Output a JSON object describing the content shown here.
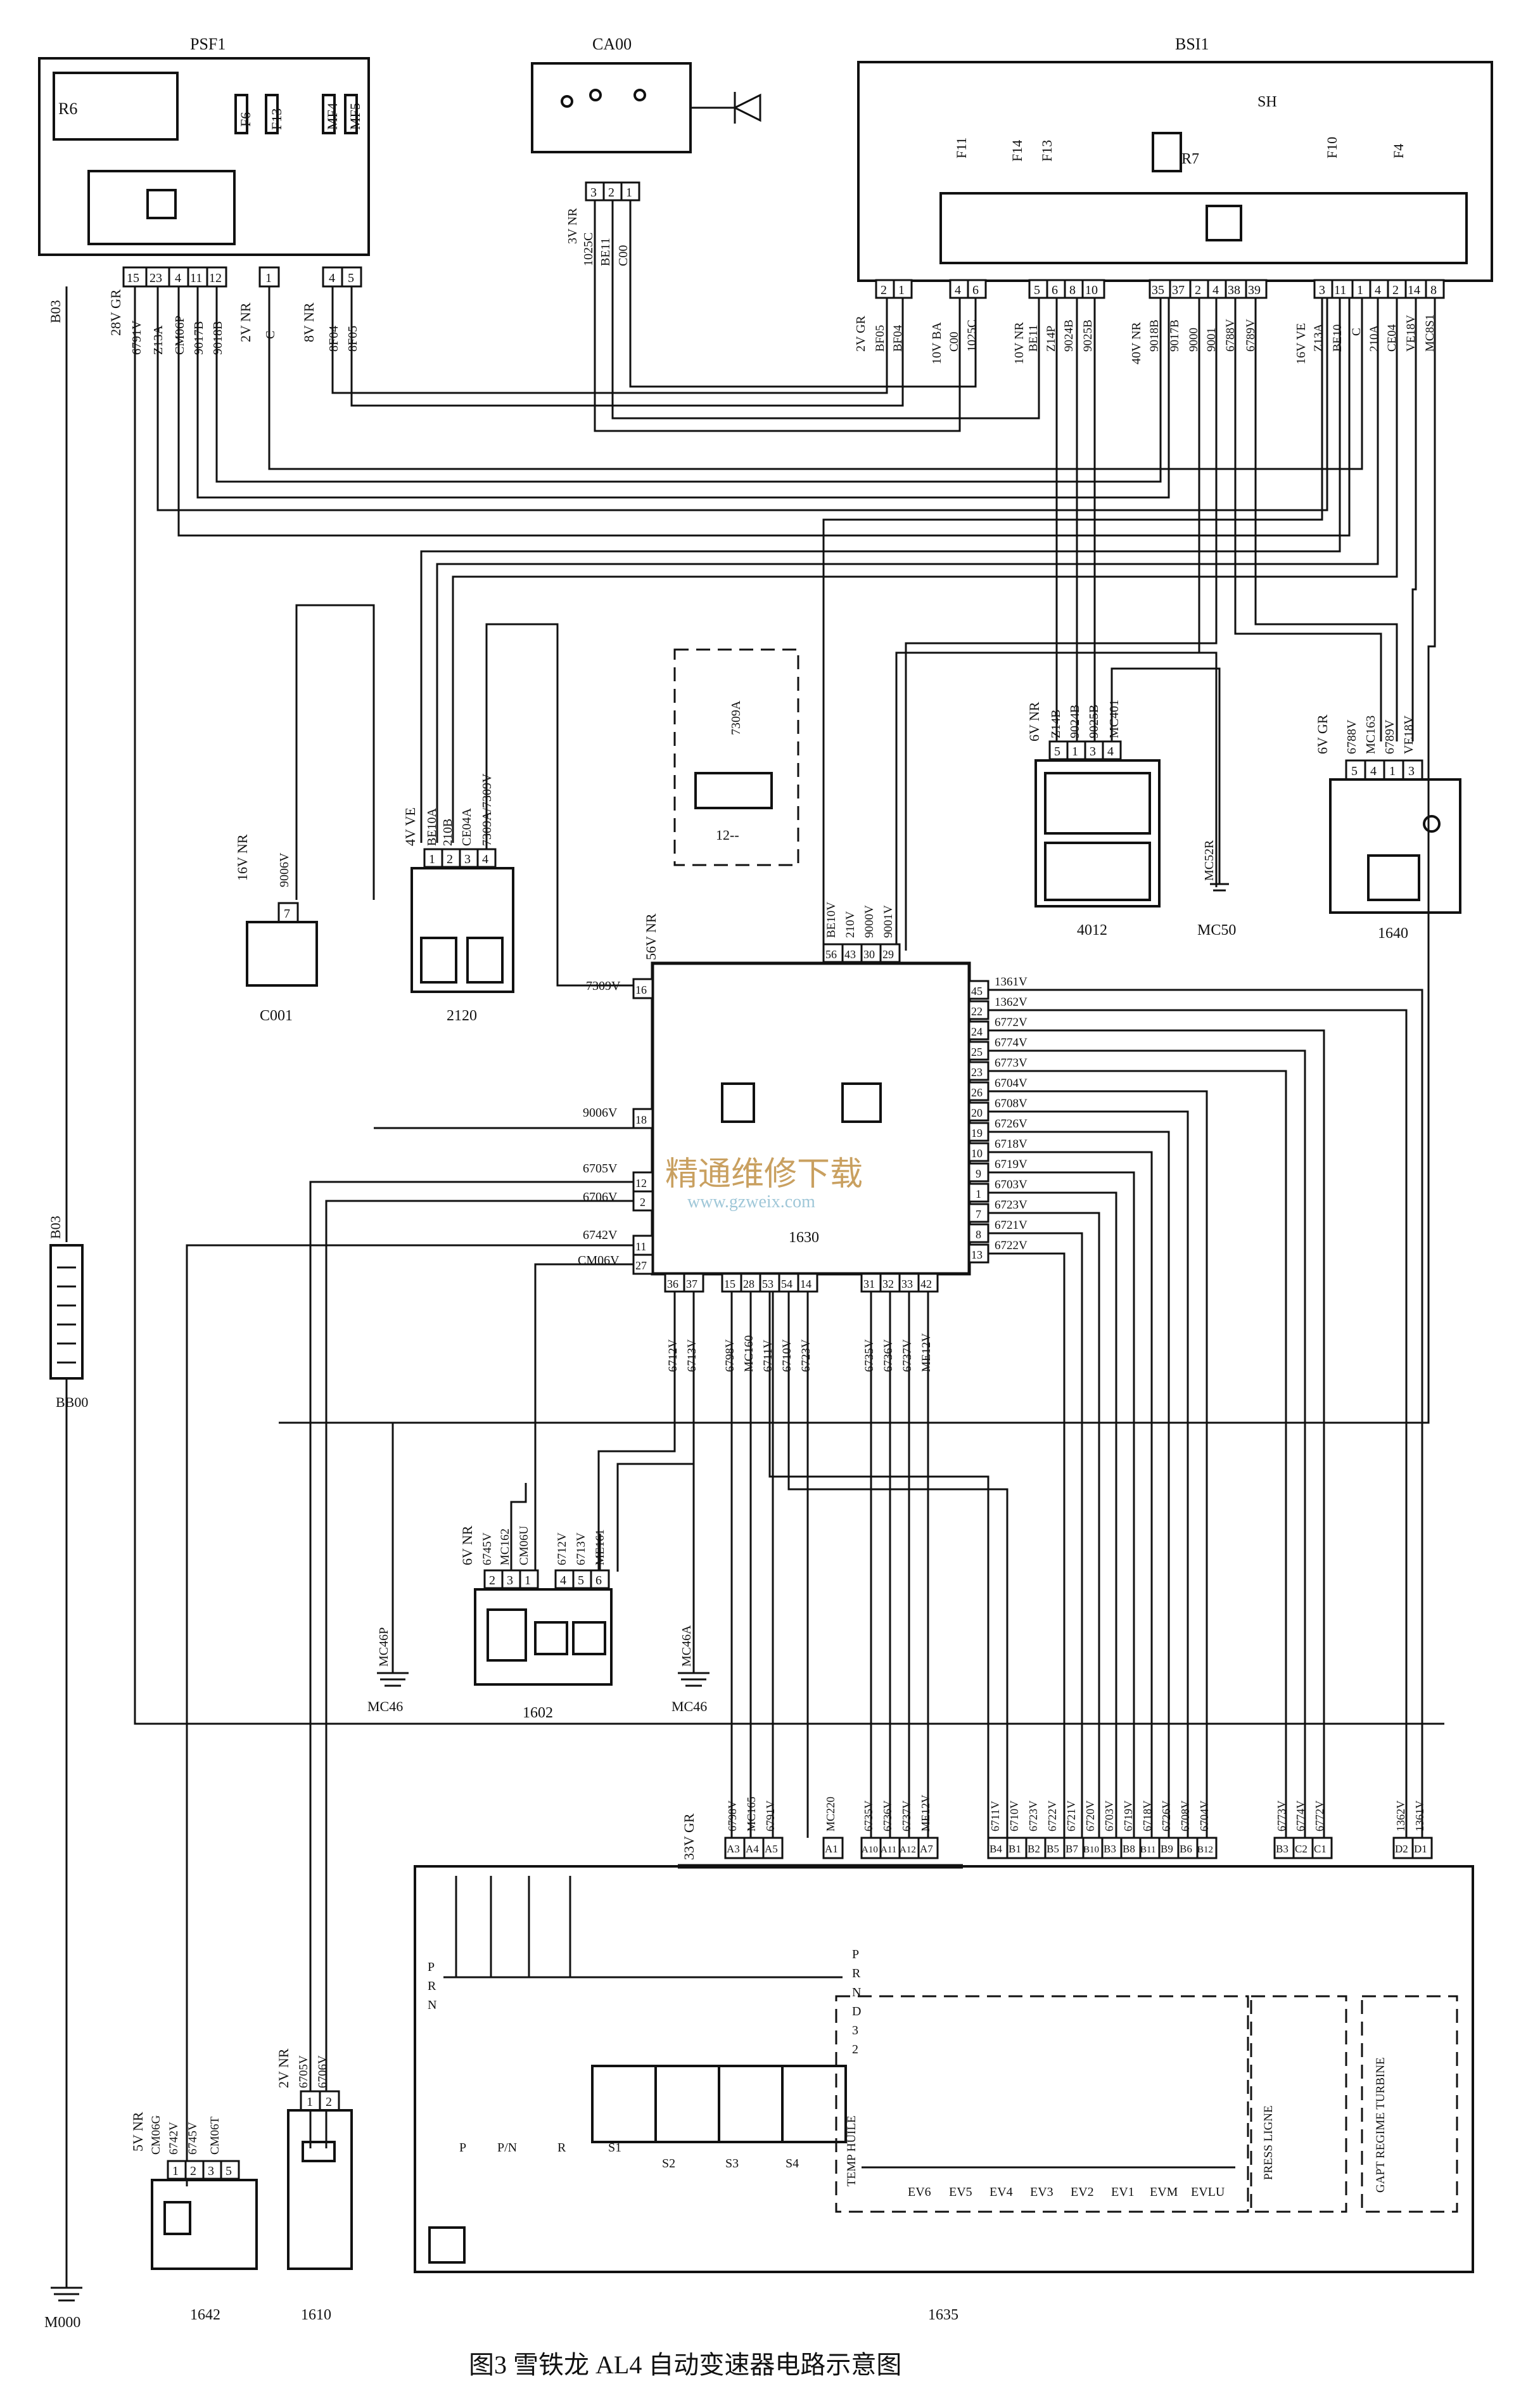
{
  "components": {
    "psf1": "PSF1",
    "ca00": "CA00",
    "bsi1": "BSI1",
    "bsi_sh": "SH",
    "c001": "C001",
    "sensor_2120": "2120",
    "c12": "12--",
    "c4012": "4012",
    "mc50": "MC50",
    "c1640": "1640",
    "ecu_1630": "1630",
    "c1602": "1602",
    "c1635": "1635",
    "c1642": "1642",
    "c1610": "1610",
    "m000": "M000",
    "mc46_left": "MC46",
    "mc46_right": "MC46"
  },
  "relays_fuses": {
    "r6": "R6",
    "f6": "F6",
    "f13_psf": "F13",
    "mf4": "MF4",
    "mf5": "MF5",
    "f11": "F11",
    "f14": "F14",
    "f13_bsi": "F13",
    "r7": "R7",
    "f10": "F10",
    "f4": "F4"
  },
  "connectors": {
    "psf1_conn": "28V GR",
    "ca00_conn": "3V NR",
    "psf1_conn2": "2V NR",
    "psf1_conn3": "8V NR",
    "bsi_conn1": "2V GR",
    "bsi_conn2": "10V BA",
    "bsi_conn3": "10V NR",
    "bsi_conn4": "40V NR",
    "bsi_conn5": "16V VE",
    "c001_conn": "16V NR",
    "s2120_conn": "4V VE",
    "c4012_conn": "6V NR",
    "c1640_conn": "6V GR",
    "ecu_conn": "56V NR",
    "c1602_conn": "6V NR",
    "c1635_conn": "33V GR",
    "c1642_conn": "5V NR",
    "c1610_conn": "2V NR"
  },
  "pins": {
    "psf1": [
      "15",
      "23",
      "4",
      "11",
      "12",
      "1",
      "4",
      "5"
    ],
    "ca00": [
      "3",
      "2",
      "1"
    ],
    "bsi_left": [
      "2",
      "1",
      "4",
      "6",
      "5",
      "6",
      "8",
      "10"
    ],
    "bsi_mid": [
      "35",
      "37",
      "2",
      "4",
      "38",
      "39"
    ],
    "bsi_right": [
      "3",
      "11",
      "1",
      "4",
      "2",
      "14",
      "8"
    ],
    "c001": [
      "7"
    ],
    "s2120": [
      "1",
      "2",
      "3",
      "4"
    ],
    "c4012": [
      "5",
      "1",
      "3",
      "4"
    ],
    "c1640": [
      "5",
      "4",
      "1",
      "3"
    ],
    "ecu_top": [
      "56",
      "43",
      "30",
      "29"
    ],
    "ecu_left": [
      "16",
      "18",
      "12",
      "2",
      "11",
      "27"
    ],
    "ecu_right": [
      "45",
      "22",
      "24",
      "25",
      "23",
      "26",
      "20",
      "19",
      "10",
      "9",
      "1",
      "7",
      "8",
      "13"
    ],
    "ecu_bottom": [
      "36",
      "37",
      "15",
      "28",
      "53",
      "54",
      "14",
      "31",
      "32",
      "33",
      "42"
    ],
    "c1602": [
      "2",
      "3",
      "1",
      "4",
      "5",
      "6"
    ],
    "c1635": [
      "A3",
      "A4",
      "A5",
      "A1",
      "A10",
      "A11",
      "A12",
      "A7",
      "B4",
      "B1",
      "B2",
      "B5",
      "B7",
      "B10",
      "B3",
      "B8",
      "B11",
      "B9",
      "B6",
      "B12",
      "B3",
      "C2",
      "C1",
      "D2",
      "D1"
    ],
    "c1642": [
      "1",
      "2",
      "3",
      "5"
    ],
    "c1610": [
      "1",
      "2"
    ]
  },
  "wires": {
    "psf1": [
      "6791V",
      "Z13A",
      "CM06P",
      "9017B",
      "9018B",
      "C",
      "8F04",
      "8F05"
    ],
    "ca00": [
      "1025C",
      "BE11",
      "C00"
    ],
    "bsi_left": [
      "BF05",
      "BF04",
      "C00",
      "1025C",
      "BE11",
      "Z14P",
      "9024B",
      "9025B"
    ],
    "bsi_mid": [
      "9018B",
      "9017B",
      "9000",
      "9001",
      "6788V",
      "6789V"
    ],
    "bsi_right": [
      "Z13A",
      "BE10",
      "C",
      "210A",
      "CE04",
      "VE18V",
      "MC8S1"
    ],
    "c001": [
      "9006V"
    ],
    "s2120": [
      "BE10A",
      "210B",
      "CE04A",
      "7309A/7309V"
    ],
    "c12": [
      "7309A"
    ],
    "c4012": [
      "Z14B",
      "9024B",
      "9025B",
      "MC401"
    ],
    "mc52r": "MC52R",
    "c1640": [
      "6788V",
      "MC163",
      "6789V",
      "VE18V"
    ],
    "ecu_top": [
      "BE10V",
      "210V",
      "9000V",
      "9001V"
    ],
    "ecu_left": [
      "7309V",
      "9006V",
      "6705V",
      "6706V",
      "6742V",
      "CM06V"
    ],
    "ecu_right": [
      "1361V",
      "1362V",
      "6772V",
      "6774V",
      "6773V",
      "6704V",
      "6708V",
      "6726V",
      "6718V",
      "6719V",
      "6703V",
      "6723V",
      "6721V",
      "6722V"
    ],
    "ecu_bottom": [
      "6712V",
      "6713V",
      "6798V",
      "MC160",
      "6711V",
      "6710V",
      "6723V",
      "6735V",
      "6736V",
      "6737V",
      "ME12V"
    ],
    "c1602": [
      "6745V",
      "MC162",
      "CM06U",
      "6712V",
      "6713V",
      "ME161"
    ],
    "c1635_a": [
      "6798V",
      "MC165",
      "6791V",
      "MC220",
      "6735V",
      "6736V",
      "6737V",
      "ME12V"
    ],
    "c1635_b": [
      "6711V",
      "6710V",
      "6723V",
      "6722V",
      "6721V",
      "6720V",
      "6703V",
      "6719V",
      "6718V",
      "6726V",
      "6708V",
      "6704V"
    ],
    "c1635_c": [
      "6773V",
      "6774V",
      "6772V"
    ],
    "c1635_d": [
      "1362V",
      "1361V"
    ],
    "c1642": [
      "CM06G",
      "6742V",
      "6745V",
      "CM06T"
    ],
    "c1610": [
      "6705V",
      "6706V"
    ],
    "b03_top": "B03",
    "b03_batt": "B03",
    "bb00": "BB00",
    "mc46p": "MC46P",
    "mc46a": "MC46A"
  },
  "selector": {
    "left_labels": [
      "P",
      "R",
      "N"
    ],
    "right_labels": [
      "P",
      "R",
      "N",
      "D",
      "3",
      "2"
    ],
    "bottom_labels": [
      "P",
      "P/N",
      "R",
      "S1",
      "S2",
      "S3",
      "S4"
    ]
  },
  "valves": [
    "TEMP HUILE",
    "EV6",
    "EV5",
    "EV4",
    "EV3",
    "EV2",
    "EV1",
    "EVM",
    "EVLU"
  ],
  "sensors": [
    "PRESS LIGNE",
    "GAPT REGIME TURBINE"
  ],
  "caption": "图3  雪铁龙 AL4 自动变速器电路示意图",
  "watermark": {
    "cn": "精通维修下载",
    "url": "www.gzweix.com"
  }
}
